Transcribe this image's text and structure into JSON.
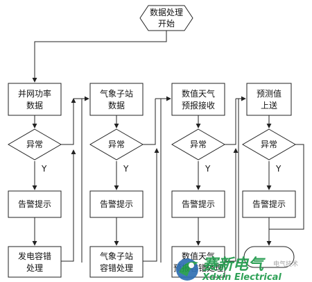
{
  "flowchart": {
    "start": {
      "line1": "数据处理",
      "line2": "开始"
    },
    "columns": [
      {
        "input": {
          "line1": "并网功率",
          "line2": "数据"
        },
        "decision": "异常",
        "yes_label": "Y",
        "alarm": "告警提示",
        "handle": {
          "line1": "发电容错",
          "line2": "处理"
        }
      },
      {
        "input": {
          "line1": "气象子站",
          "line2": "数据"
        },
        "decision": "异常",
        "yes_label": "Y",
        "alarm": "告警提示",
        "handle": {
          "line1": "气象子站",
          "line2": "容错处理"
        }
      },
      {
        "input": {
          "line1": "数值天气",
          "line2": "预报接收"
        },
        "decision": "异常",
        "yes_label": "Y",
        "alarm": "告警提示",
        "handle": {
          "line1": "数值天气",
          "line2": "预报容错处理"
        }
      },
      {
        "input": {
          "line1": "预测值",
          "line2": "上送"
        },
        "decision": "异常",
        "yes_label": "Y",
        "alarm": "告警提示"
      }
    ]
  },
  "watermark": {
    "brand_cn": "赛新电气",
    "brand_en": "Xdxin Electrical",
    "side_text": "电气技术"
  },
  "colors": {
    "line": "#222222",
    "watermark_green": "#1f9a4a",
    "watermark_blue": "#2f6fb3"
  }
}
